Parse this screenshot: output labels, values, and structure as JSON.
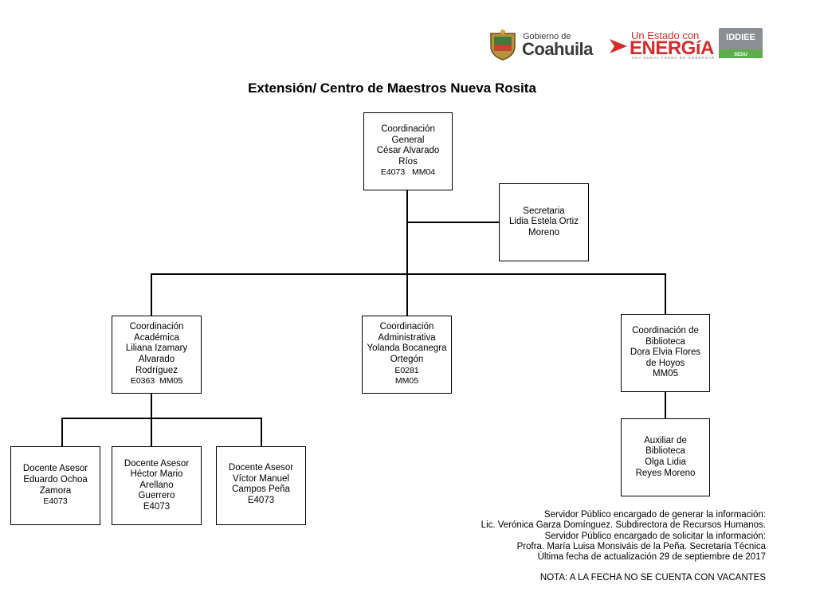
{
  "header": {
    "coahuila_small": "Gobierno de",
    "coahuila_big": "Coahuila",
    "energia_top": "Un Estado con",
    "energia_big": "ENERGíA",
    "energia_tagline": "UNA NUEVA FORMA DE GOBERNAR",
    "iddiee_label": "IDDIEE",
    "iddiee_sub": "SEDU",
    "colors": {
      "coahuila": "#3a3a3a",
      "energia_red": "#d62b2b",
      "iddiee_gray": "#8b8f94",
      "sedu_green": "#5cae4a"
    }
  },
  "title": "Extensión/ Centro de Maestros Nueva Rosita",
  "org": {
    "general": {
      "lines": [
        "Coordinación",
        "General",
        "César Alvarado",
        "Ríos"
      ],
      "code": "E4073   MM04"
    },
    "secretaria": {
      "lines": [
        "Secretaria",
        "Lidia Estela Ortiz",
        "Moreno"
      ]
    },
    "academica": {
      "lines": [
        "Coordinación",
        "Académica",
        "Liliana Izamary",
        "Alvarado",
        "Rodríguez"
      ],
      "code": "E0363  MM05"
    },
    "administrativa": {
      "lines": [
        "Coordinación",
        "Administrativa",
        "Yolanda Bocanegra",
        "Ortegón"
      ],
      "code": "E0281",
      "code2": "MM05"
    },
    "biblioteca": {
      "lines": [
        "Coordinación de",
        "Biblioteca",
        "Dora Elvia Flores",
        "de Hoyos",
        "MM05"
      ]
    },
    "auxiliar": {
      "lines": [
        "Auxiliar de",
        "Biblioteca",
        "Olga Lidia",
        "Reyes Moreno"
      ]
    },
    "docente1": {
      "lines": [
        "Docente Asesor",
        "Eduardo Ochoa",
        "Zamora"
      ],
      "code": "E4073"
    },
    "docente2": {
      "lines": [
        "Docente Asesor",
        "Héctor Mario",
        "Arellano",
        "Guerrero",
        "E4073"
      ]
    },
    "docente3": {
      "lines": [
        "Docente Asesor",
        "Víctor Manuel",
        "Campos Peña",
        "E4073"
      ]
    }
  },
  "footer": {
    "lines": [
      "Servidor Público encargado de generar la información:",
      "Lic. Verónica Garza Domínguez. Subdirectora de Recursos Humanos.",
      "Servidor Público encargado de solicitar la información:",
      "Profra. María Luisa Monsiváis de la Peña. Secretaria Técnica",
      "Última fecha de actualización 29 de septiembre de 2017"
    ],
    "nota": "NOTA: A LA FECHA NO SE CUENTA CON VACANTES"
  }
}
